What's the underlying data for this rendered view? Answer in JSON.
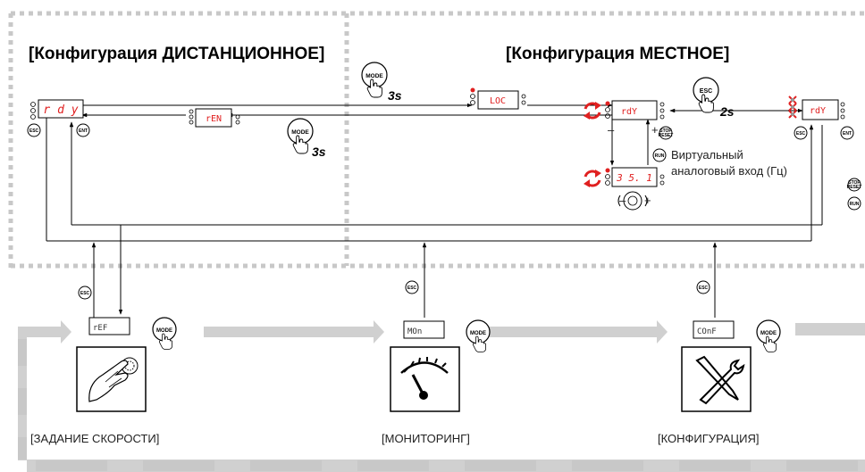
{
  "titles": {
    "remote": "[Конфигурация ДИСТАНЦИОННОЕ]",
    "local": "[Конфигурация МЕСТНОЕ]"
  },
  "displays": {
    "rdy_remote": "r d y",
    "ren": "rEN",
    "loc": "LOC",
    "rdy_local": "rdY",
    "speed": "3 5. 1",
    "rdy_right": "rdY",
    "ref": "rEF",
    "mon": "MOn",
    "conf": "COnF"
  },
  "keys": {
    "esc": "ESC",
    "ent": "ENT",
    "mode": "MODE",
    "run": "RUN",
    "stop1": "STOP",
    "stop2": "RESET"
  },
  "timings": {
    "mode_hold_top": "3s",
    "mode_hold_mid": "3s",
    "esc_hold": "2s"
  },
  "signs": {
    "minus": "–",
    "plus": "+"
  },
  "virtual_input": {
    "line1": "Виртуальный",
    "line2": "аналоговый вход (Гц)"
  },
  "menus": {
    "speed_ref": "[ЗАДАНИЕ СКОРОСТИ]",
    "monitoring": "[МОНИТОРИНГ]",
    "config": "[КОНФИГУРАЦИЯ]"
  },
  "colors": {
    "display_text": "#e02020",
    "led_red": "#e02020",
    "dashed_border": "#c8c8c8",
    "flow_arrow": "#d0d0d0"
  },
  "icons": [
    "hand-pointer-icon",
    "rotate-arrows-icon",
    "gauge-icon",
    "wrench-screwdriver-icon",
    "hand-dial-icon",
    "jog-dial-icon",
    "x-mark-icon"
  ]
}
